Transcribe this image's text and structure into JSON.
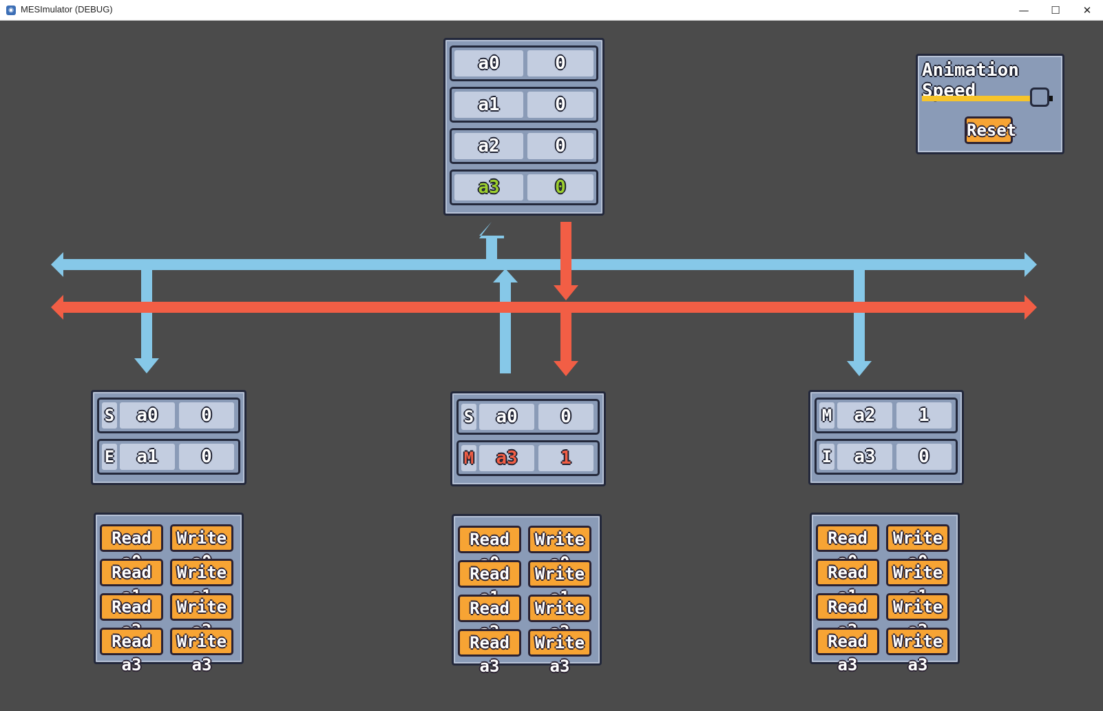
{
  "window": {
    "title": "MESImulator (DEBUG)",
    "minimize_glyph": "—",
    "maximize_glyph": "☐",
    "close_glyph": "✕",
    "app_icon": "godot-icon"
  },
  "colors": {
    "background": "#4b4b4b",
    "panel": "#8a9bb7",
    "cell": "#c3cde0",
    "outline": "#23283b",
    "button": "#f7a434",
    "read_bus": "#86c8e8",
    "write_bus": "#f25e45",
    "highlight_green": "#9ccf2e",
    "highlight_red": "#f25e45",
    "slider": "#f7c42a"
  },
  "memory": {
    "rows": [
      {
        "address": "a0",
        "value": "0",
        "highlight": ""
      },
      {
        "address": "a1",
        "value": "0",
        "highlight": ""
      },
      {
        "address": "a2",
        "value": "0",
        "highlight": ""
      },
      {
        "address": "a3",
        "value": "0",
        "highlight": "green"
      }
    ]
  },
  "caches": [
    {
      "lines": [
        {
          "state": "S",
          "address": "a0",
          "value": "0",
          "highlight": ""
        },
        {
          "state": "E",
          "address": "a1",
          "value": "0",
          "highlight": ""
        }
      ]
    },
    {
      "lines": [
        {
          "state": "S",
          "address": "a0",
          "value": "0",
          "highlight": ""
        },
        {
          "state": "M",
          "address": "a3",
          "value": "1",
          "highlight": "red"
        }
      ]
    },
    {
      "lines": [
        {
          "state": "M",
          "address": "a2",
          "value": "1",
          "highlight": ""
        },
        {
          "state": "I",
          "address": "a3",
          "value": "0",
          "highlight": ""
        }
      ]
    }
  ],
  "controls": {
    "buttons": [
      [
        "Read a0",
        "Write a0"
      ],
      [
        "Read a1",
        "Write a1"
      ],
      [
        "Read a2",
        "Write a2"
      ],
      [
        "Read a3",
        "Write a3"
      ]
    ]
  },
  "speed": {
    "title": "Animation Speed",
    "reset_label": "Reset",
    "value": 0.92
  }
}
